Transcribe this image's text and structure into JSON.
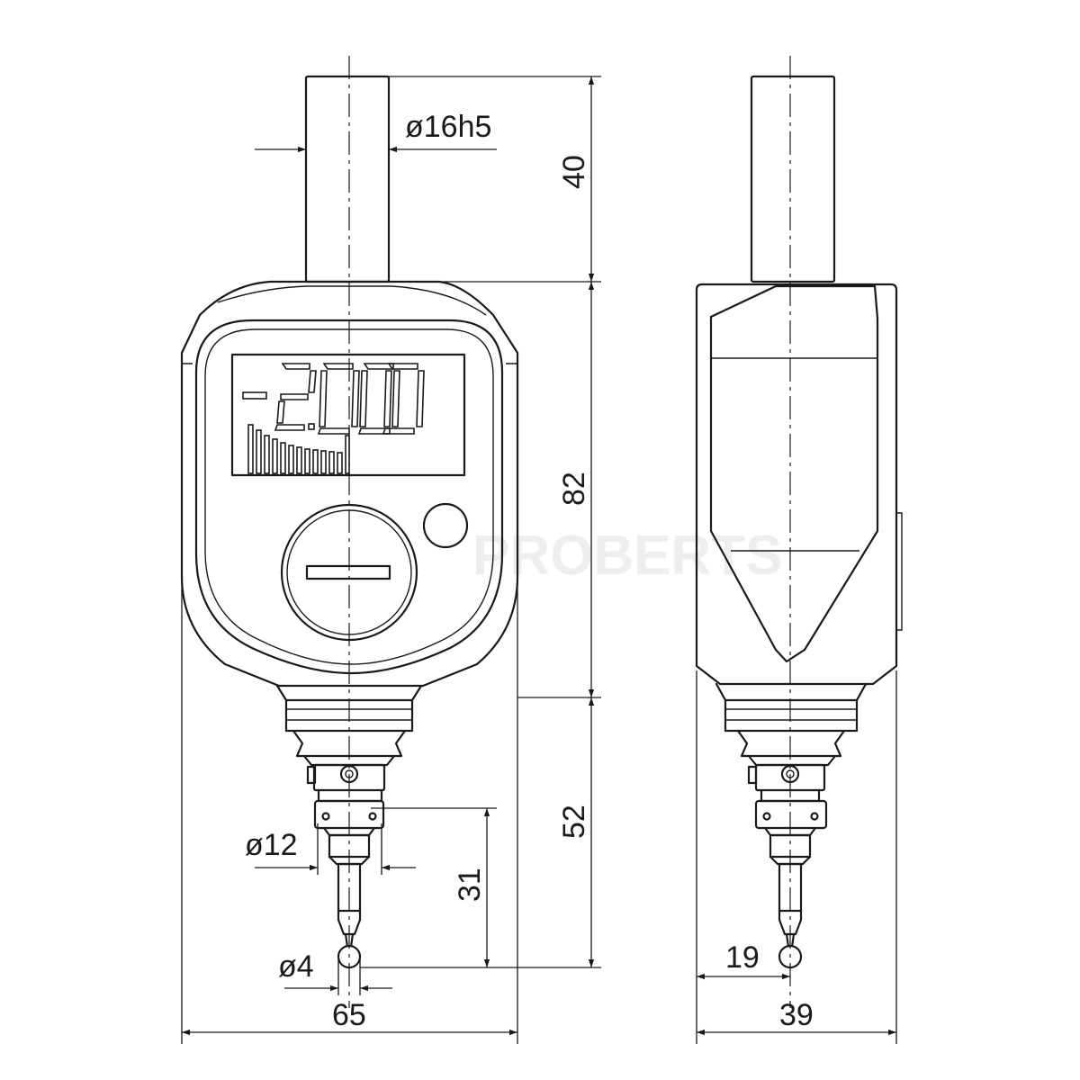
{
  "watermark": "PROBERTS",
  "lcd": {
    "reading": "-2.000"
  },
  "dimensions": {
    "shank_diameter": "ø16h5",
    "shank_length": "40",
    "body_height": "82",
    "lower_length": "52",
    "stem_diameter": "ø12",
    "probe_length": "31",
    "ball_diameter": "ø4",
    "front_width": "65",
    "side_offset": "19",
    "side_width": "39"
  }
}
